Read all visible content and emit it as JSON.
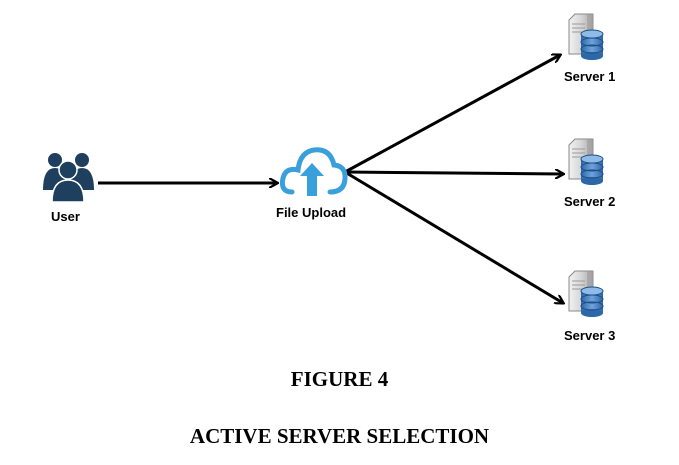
{
  "diagram": {
    "nodes": {
      "user": {
        "label": "User",
        "icon": "users-group-icon"
      },
      "upload": {
        "label": "File Upload",
        "icon": "cloud-upload-icon"
      },
      "server1": {
        "label": "Server 1",
        "icon": "database-server-icon"
      },
      "server2": {
        "label": "Server 2",
        "icon": "database-server-icon"
      },
      "server3": {
        "label": "Server 3",
        "icon": "database-server-icon"
      }
    },
    "edges": [
      {
        "from": "user",
        "to": "upload"
      },
      {
        "from": "upload",
        "to": "server1"
      },
      {
        "from": "upload",
        "to": "server2"
      },
      {
        "from": "upload",
        "to": "server3"
      }
    ]
  },
  "caption": {
    "figure_number": "FIGURE 4",
    "title": "ACTIVE SERVER SELECTION"
  },
  "colors": {
    "user_icon": "#1f3f5f",
    "cloud_icon": "#3aa0dc",
    "server_body": "#c8c8c8",
    "database": "#2f6fb5",
    "arrow": "#000000"
  }
}
